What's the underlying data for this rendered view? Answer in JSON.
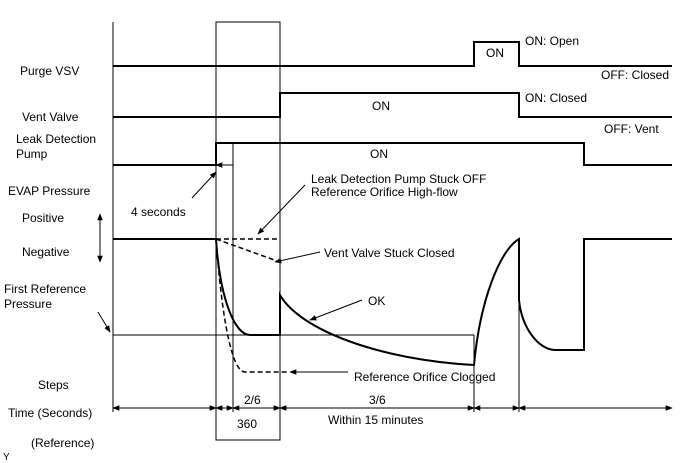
{
  "signals": {
    "purge_vsv": "Purge VSV",
    "vent_valve": "Vent Valve",
    "leak_pump_1": "Leak Detection",
    "leak_pump_2": "Pump",
    "evap_pressure": "EVAP Pressure",
    "positive": "Positive",
    "negative": "Negative",
    "first_ref_1": "First Reference",
    "first_ref_2": "Pressure",
    "steps": "Steps",
    "time_seconds": "Time (Seconds)",
    "reference": "(Reference)"
  },
  "states": {
    "purge_on": "ON",
    "purge_on_open": "ON: Open",
    "purge_off_closed": "OFF: Closed",
    "vent_on": "ON",
    "vent_on_closed": "ON: Closed",
    "vent_off_vent": "OFF: Vent",
    "pump_on": "ON"
  },
  "annotations": {
    "four_seconds": "4 seconds",
    "pump_stuck_off": "Leak Detection Pump Stuck OFF",
    "ref_high_flow": "Reference Orifice High-flow",
    "vent_stuck_closed": "Vent Valve Stuck Closed",
    "ok": "OK",
    "ref_clogged": "Reference Orifice Clogged"
  },
  "timeline": {
    "step_2_6": "2/6",
    "step_3_6": "3/6",
    "t_360": "360",
    "t_within": "Within 15 minutes"
  },
  "corner_mark": "Y"
}
